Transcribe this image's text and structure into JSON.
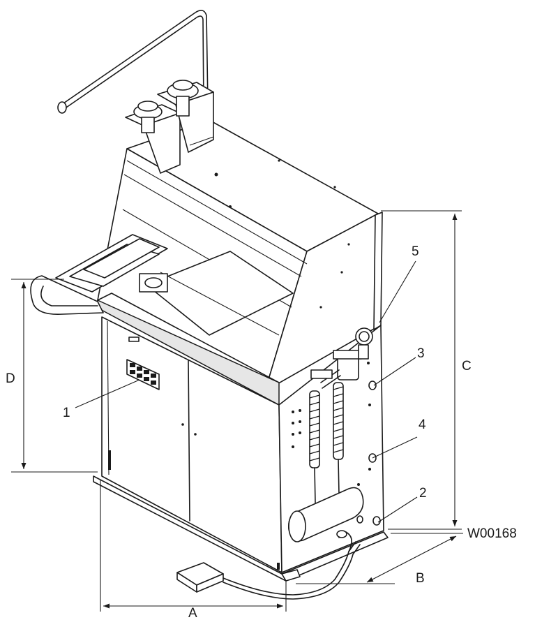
{
  "drawing_id": "W00168",
  "dimensions": {
    "a": "A",
    "b": "B",
    "c": "C",
    "d": "D"
  },
  "callouts": {
    "c1": "1",
    "c2": "2",
    "c3": "3",
    "c4": "4",
    "c5": "5"
  },
  "colors": {
    "line": "#1a1a1a",
    "fill": "#ffffff",
    "shade": "#e6e6e6"
  }
}
